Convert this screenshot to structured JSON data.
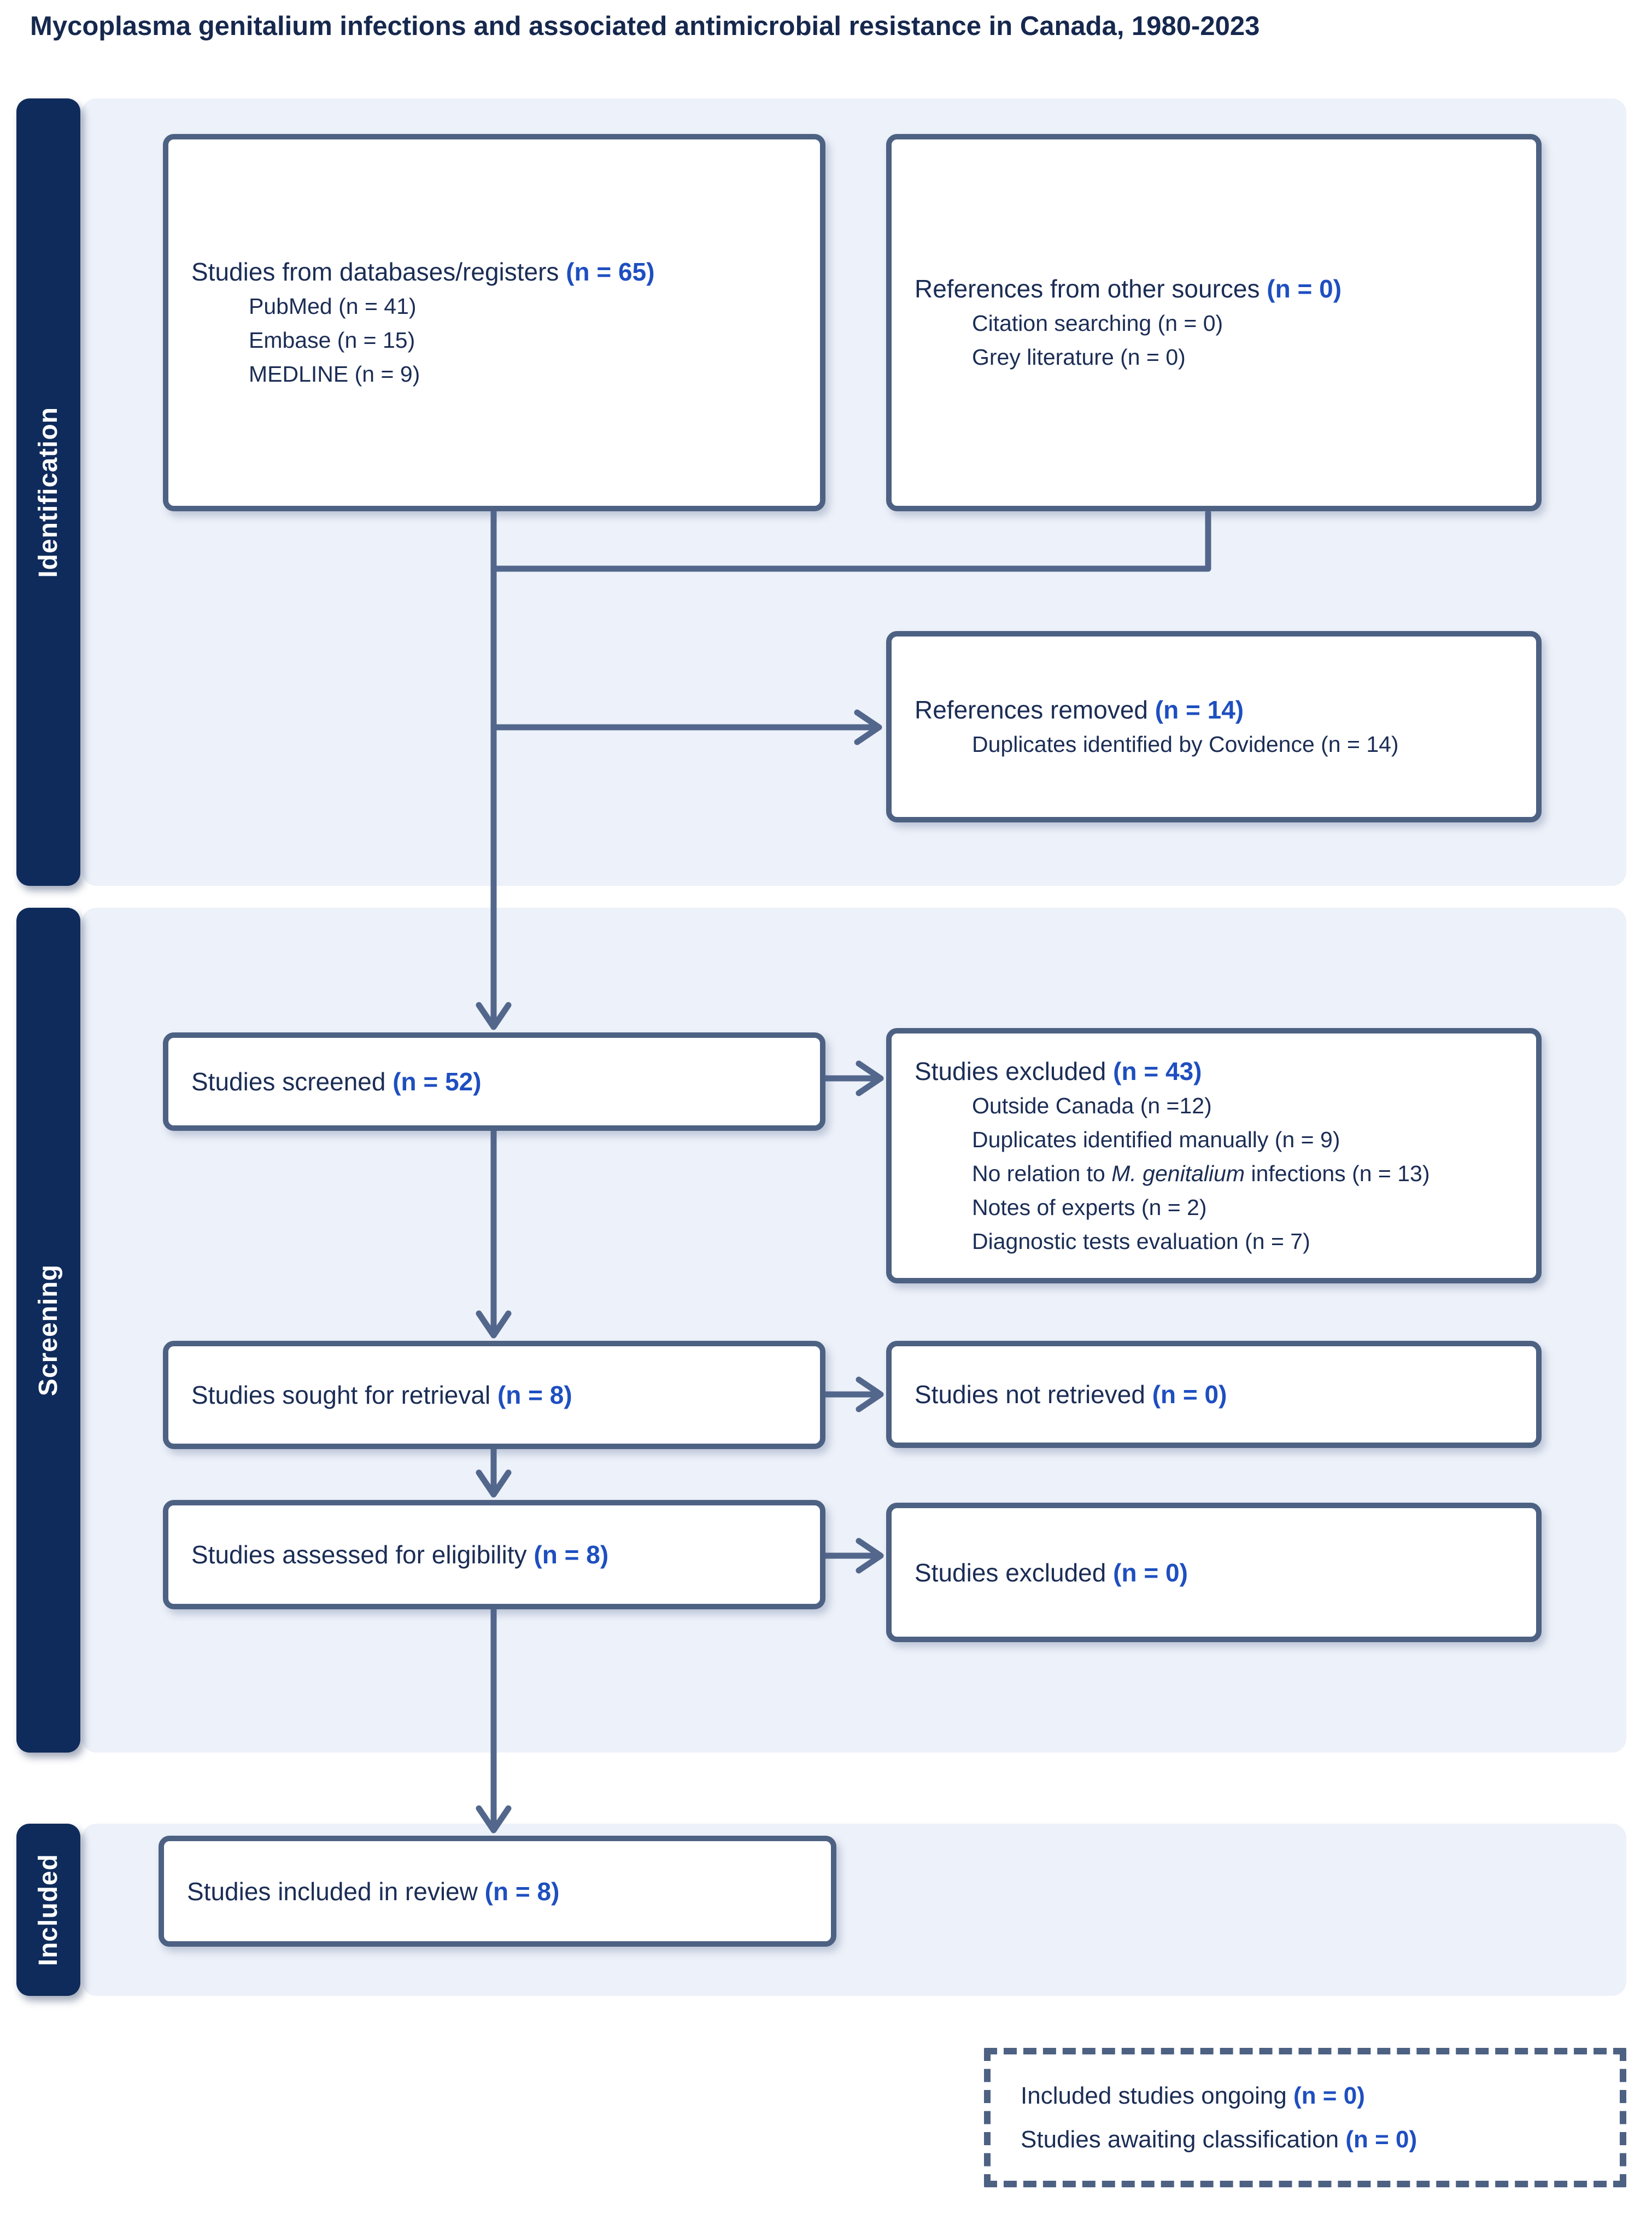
{
  "title": "Mycoplasma genitalium infections and associated antimicrobial resistance in Canada, 1980-2023",
  "sidebar": {
    "identification": "Identification",
    "screening": "Screening",
    "included": "Included"
  },
  "boxes": {
    "databases": {
      "label": "Studies from databases/registers ",
      "n": "(n = 65)",
      "items": [
        "PubMed (n = 41)",
        "Embase (n = 15)",
        "MEDLINE (n = 9)"
      ]
    },
    "other_sources": {
      "label": "References from other sources ",
      "n": "(n = 0)",
      "items": [
        "Citation searching (n = 0)",
        "Grey literature (n = 0)"
      ]
    },
    "references_removed": {
      "label": "References removed ",
      "n": "(n = 14)",
      "items": [
        "Duplicates identified by Covidence (n = 14)"
      ]
    },
    "screened": {
      "label": "Studies screened ",
      "n": "(n = 52)"
    },
    "excluded_screening": {
      "label": "Studies excluded ",
      "n": "(n = 43)",
      "item1": "Outside Canada (n =12)",
      "item2": "Duplicates identified manually (n = 9)",
      "item3_pre": "No relation to ",
      "item3_italic": "M. genitalium",
      "item3_post": " infections (n = 13)",
      "item4": "Notes of experts (n = 2)",
      "item5": "Diagnostic tests evaluation (n = 7)"
    },
    "sought": {
      "label": "Studies sought for retrieval ",
      "n": "(n = 8)"
    },
    "not_retrieved": {
      "label": "Studies not retrieved ",
      "n": "(n = 0)"
    },
    "assessed": {
      "label": "Studies assessed for eligibility ",
      "n": "(n = 8)"
    },
    "excluded_eligibility": {
      "label": "Studies excluded ",
      "n": "(n = 0)"
    },
    "included_review": {
      "label": "Studies included in review ",
      "n": "(n = 8)"
    },
    "ongoing": {
      "line1_label": "Included studies ongoing ",
      "line1_n": "(n = 0)",
      "line2_label": "Studies awaiting classification ",
      "line2_n": "(n = 0)"
    }
  },
  "colors": {
    "navy_band": "#0f2b5b",
    "panel": "#edf1f9",
    "border": "#4d6183",
    "connector": "#53678c",
    "text": "#1b2d55",
    "n_blue": "#1e4fc0",
    "title": "#16284e"
  }
}
